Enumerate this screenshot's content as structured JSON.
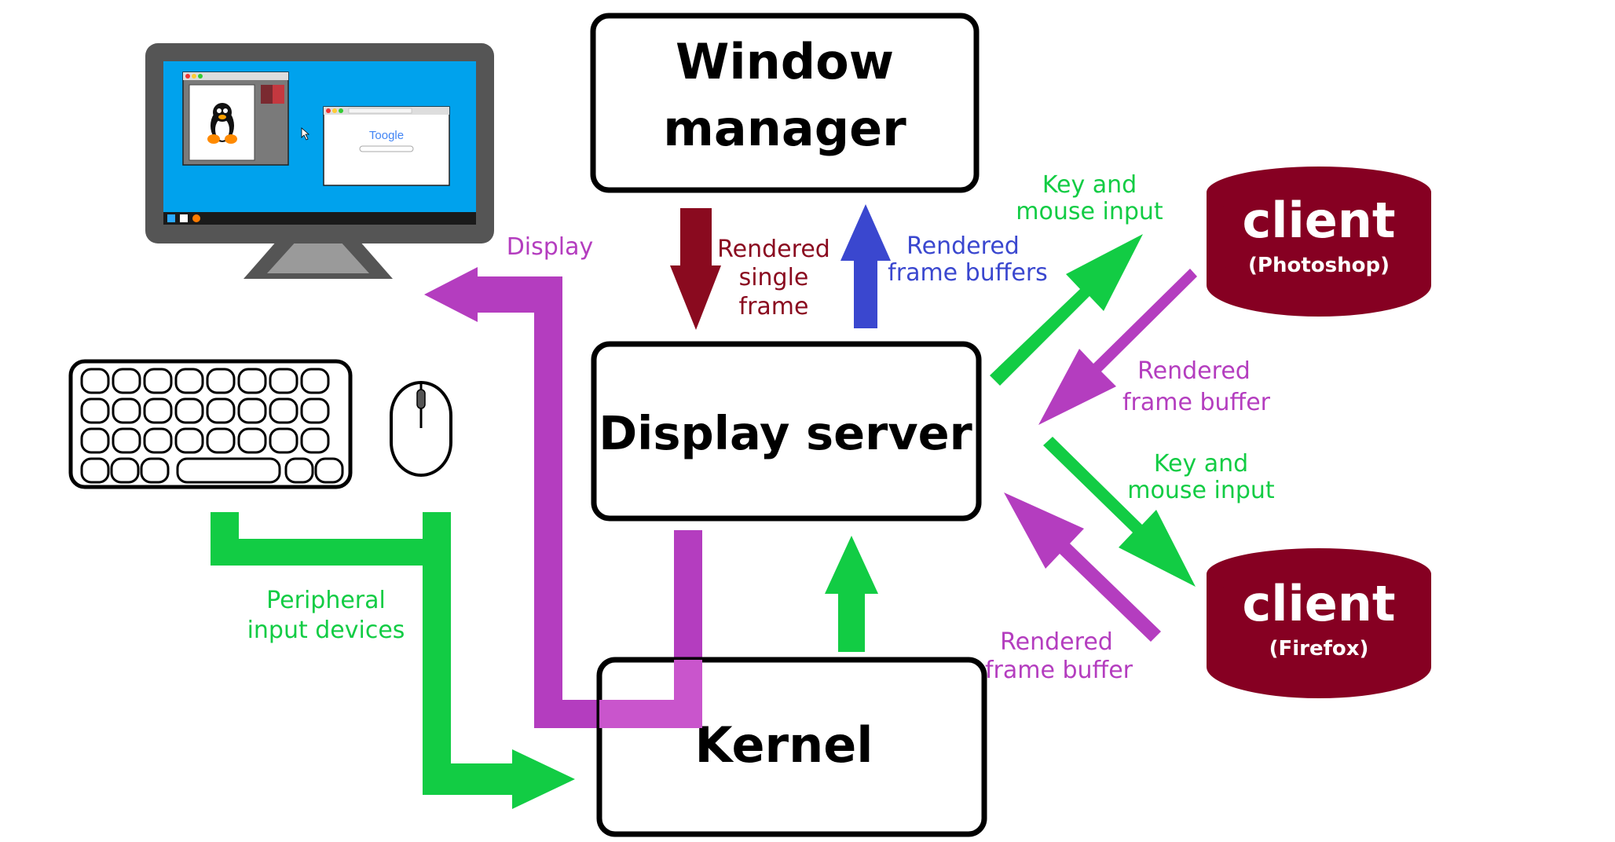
{
  "boxes": {
    "window_manager_line1": "Window",
    "window_manager_line2": "manager",
    "display_server": "Display server",
    "kernel": "Kernel"
  },
  "clients": {
    "photoshop_title": "client",
    "photoshop_sub": "(Photoshop)",
    "firefox_title": "client",
    "firefox_sub": "(Firefox)"
  },
  "labels": {
    "display": "Display",
    "rendered_single_frame": [
      "Rendered",
      "single",
      "frame"
    ],
    "rendered_frame_buffers": [
      "Rendered",
      "frame buffers"
    ],
    "key_mouse_top": [
      "Key and",
      "mouse input"
    ],
    "rendered_frame_buffer_top": [
      "Rendered",
      "frame buffer"
    ],
    "key_mouse_bottom": [
      "Key and",
      "mouse input"
    ],
    "rendered_frame_buffer_bottom": [
      "Rendered",
      "frame buffer"
    ],
    "peripheral": [
      "Peripheral",
      "input devices"
    ]
  },
  "monitor_screen": {
    "browser_logo": "Toogle"
  },
  "colors": {
    "green": "#12cc44",
    "magenta": "#b43dbf",
    "dark_red": "#8a0a1f",
    "blue": "#3a47cf",
    "client_fill": "#860022",
    "screen_blue": "#00a2ed",
    "bezel": "#555555"
  },
  "icons": [
    "monitor-icon",
    "keyboard-icon",
    "mouse-icon"
  ]
}
